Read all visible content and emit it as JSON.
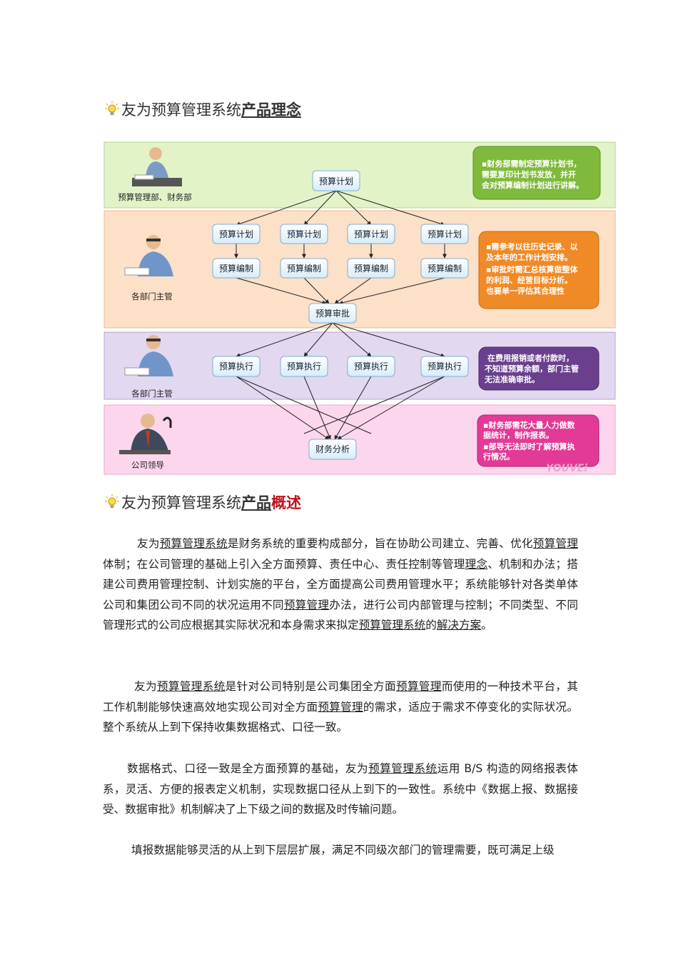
{
  "heading1": {
    "prefix": "友为预算管理系统",
    "highlight": "产品理念"
  },
  "heading2": {
    "prefix": "友为预算管理系统",
    "highlight": "产品",
    "emphasis": "概述"
  },
  "diagram": {
    "bands": [
      {
        "role": "预算管理部、财务部",
        "color": "#e3f3c8",
        "note_lines": [
          "▪财务部需制定预算计划书，",
          "需要复印计划书发放，并开",
          "会对预算编制计划进行讲解。"
        ],
        "note_color": "#7fba3c"
      },
      {
        "role": "各部门主管",
        "color": "#fde0c8",
        "note_lines": [
          "▪需参考以往历史记录、以",
          "及本年的工作计划安排。",
          "▪审批时需汇总核算做整体",
          "的利润、经营目标分析。",
          "也要单一评估其合理性"
        ],
        "note_color": "#f08a26"
      },
      {
        "role": "各部门主管",
        "color": "#e2d8f0",
        "note_lines": [
          "在费用报销或者付款时，",
          "不知道预算余额，部门主管",
          "无法准确审批。"
        ],
        "note_color": "#6a3f8e"
      },
      {
        "role": "公司领导",
        "color": "#fbd6ec",
        "note_lines": [
          "▪财务部需花大量人力做数",
          "据统计，制作报表。",
          "▪部导无法即时了解预算执",
          "行情况。"
        ],
        "note_color": "#e23a96"
      }
    ],
    "top_plan": "预算计划",
    "dept_plans": [
      "预算计划",
      "预算计划",
      "预算计划",
      "预算计划"
    ],
    "dept_edits": [
      "预算编制",
      "预算编制",
      "预算编制",
      "预算编制"
    ],
    "approval": "预算审批",
    "executions": [
      "预算执行",
      "预算执行",
      "预算执行",
      "预算执行"
    ],
    "analysis": "财务分析",
    "watermark": "YOUVEi"
  },
  "paragraphs": {
    "p1": {
      "t1": "友为",
      "l1": "预算管理系统",
      "t2": "是财务系统的重要构成部分，旨在协助公司建立、完善、优化",
      "l2": "预算管理",
      "t3": "体制；在公司管理的基础上引入全方面预算、责任中心、责任控制等管理",
      "l3": "理念",
      "t4": "、机制和办法；搭建公司费用管理控制、计划实施的平台，全方面提高公司费用管理水平；系统能够针对各类单体公司和集团公司不同的状况运用不同",
      "l4": "预算管理",
      "t5": "办法，进行公司内部管理与控制；不同类型、不同管理形式的公司应根据其实际状况和本身需求来拟定",
      "l5": "预算管理系统",
      "t6": "的",
      "l6": "解决方案",
      "t7": "。"
    },
    "p2": {
      "t1": "友为",
      "l1": "预算管理系统",
      "t2": "是针对公司特别是公司集团全方面",
      "l2": "预算管理",
      "t3": "而使用的一种技术平台，其工作机制能够快速高效地实现公司对全方面",
      "l3": "预算管理",
      "t4": "的需求，适应于需求不停变化的实际状况。整个系统从上到下保持收集数据格式、口径一致。"
    },
    "p3": {
      "t1": "数据格式、口径一致是全方面预算的基础，友为",
      "l1": "预算管理系统",
      "t2": "运用 B/S 构造的网络报表体系，灵活、方便的报表定义机制，实现数据口径从上到下的一致性。系统中《数据上报、数据接受、数据审批》机制解决了上下级之间的数据及时传输问题。"
    },
    "p4": {
      "t1": "填报数据能够灵活的从上到下层层扩展，满足不同级次部门的管理需要，既可满足上级"
    }
  }
}
